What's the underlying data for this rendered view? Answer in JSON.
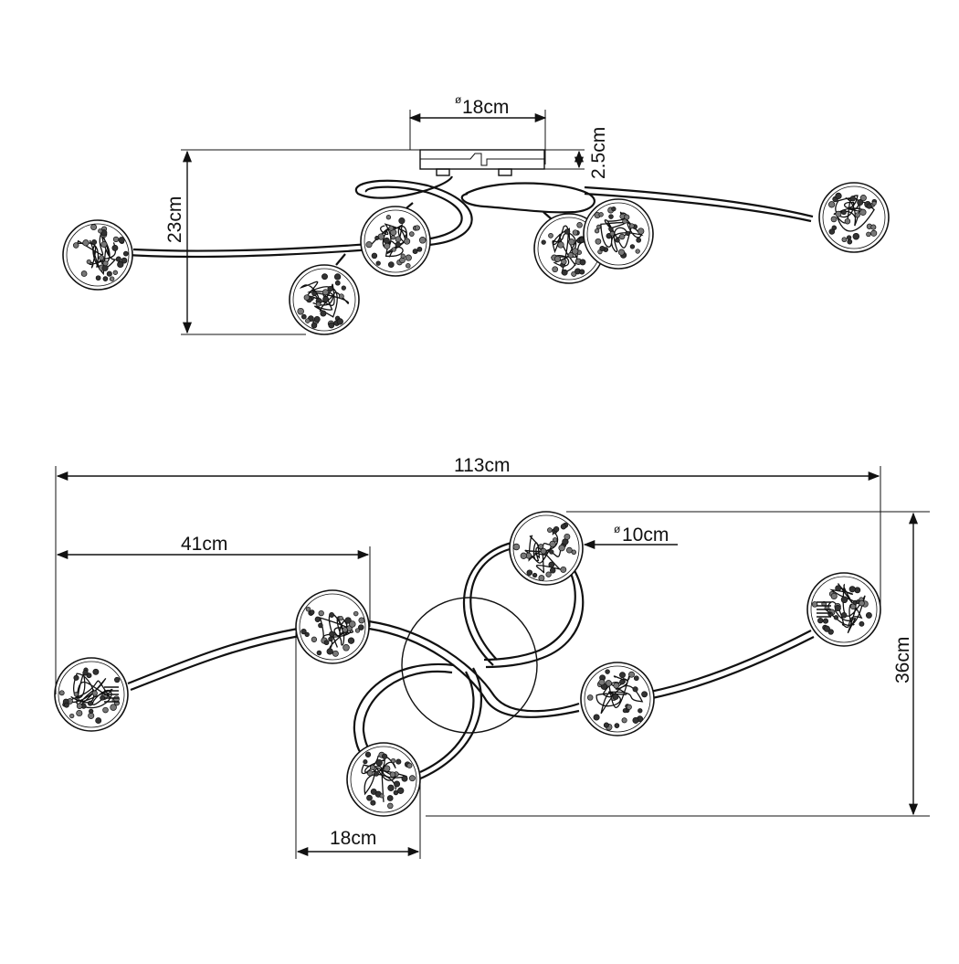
{
  "side_view": {
    "canopy_diameter": "18cm",
    "canopy_diameter_symbol": "ø",
    "canopy_height": "2.5cm",
    "total_height": "23cm"
  },
  "top_view": {
    "total_width": "113cm",
    "arm_length": "41cm",
    "globe_diameter": "10cm",
    "globe_diameter_symbol": "ø",
    "total_depth": "36cm",
    "arm_spacing": "18cm"
  },
  "colors": {
    "ink": "#111111",
    "background": "#ffffff"
  }
}
